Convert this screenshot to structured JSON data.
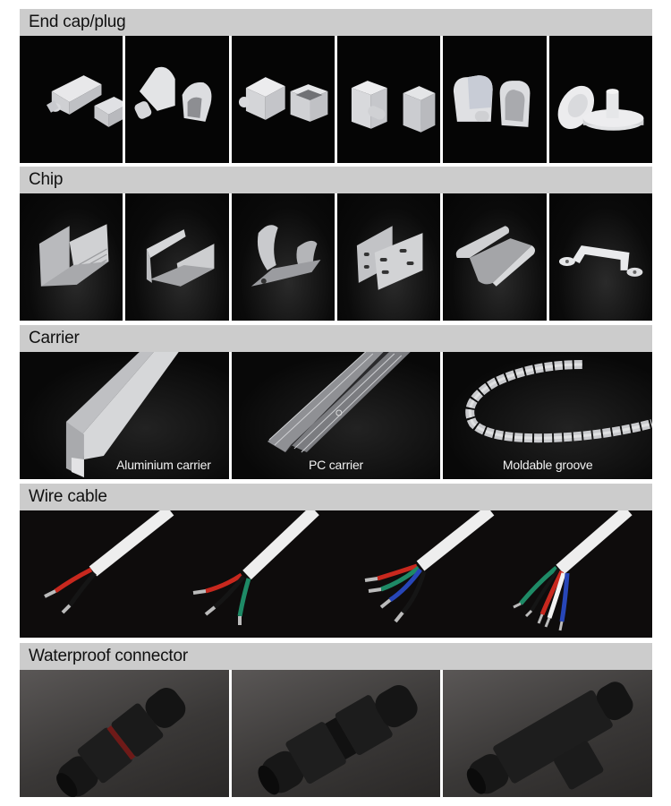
{
  "sections": [
    {
      "title": "End cap/plug",
      "tiles": [
        {
          "label": "",
          "icon": "flat-end-cap-with-plug"
        },
        {
          "label": "",
          "icon": "dome-end-cap-with-plug"
        },
        {
          "label": "",
          "icon": "square-end-cap-with-plug"
        },
        {
          "label": "",
          "icon": "tall-square-end-cap-with-plug"
        },
        {
          "label": "",
          "icon": "side-entry-end-cap"
        },
        {
          "label": "",
          "icon": "round-base-end-plug"
        }
      ]
    },
    {
      "title": "Chip",
      "tiles": [
        {
          "label": "",
          "icon": "ribbed-aluminium-u-clip"
        },
        {
          "label": "",
          "icon": "aluminium-u-clip"
        },
        {
          "label": "",
          "icon": "spring-steel-clip"
        },
        {
          "label": "",
          "icon": "perforated-steel-clip"
        },
        {
          "label": "",
          "icon": "flat-steel-clip"
        },
        {
          "label": "",
          "icon": "silicone-mounting-bracket"
        }
      ]
    },
    {
      "title": "Carrier",
      "tiles": [
        {
          "label": "Aluminium carrier",
          "icon": "aluminium-carrier"
        },
        {
          "label": "PC carrier",
          "icon": "pc-carrier"
        },
        {
          "label": "Moldable groove",
          "icon": "moldable-groove"
        }
      ]
    },
    {
      "title": "Wire cable",
      "tiles": [
        {
          "label": "",
          "icon": "cable-2-core",
          "colors": [
            "#c8281e",
            "#151515"
          ]
        },
        {
          "label": "",
          "icon": "cable-3-core",
          "colors": [
            "#c8281e",
            "#151515",
            "#1e8a66"
          ]
        },
        {
          "label": "",
          "icon": "cable-4-core",
          "colors": [
            "#c8281e",
            "#1e8a66",
            "#2746b8",
            "#151515"
          ]
        },
        {
          "label": "",
          "icon": "cable-5-core",
          "colors": [
            "#1e8a66",
            "#151515",
            "#c8281e",
            "#f2f2f2",
            "#2746b8"
          ]
        }
      ]
    },
    {
      "title": "Waterproof connector",
      "tiles": [
        {
          "label": "",
          "icon": "inline-connector-2way"
        },
        {
          "label": "",
          "icon": "inline-connector-2way-alt"
        },
        {
          "label": "",
          "icon": "t-connector-3way"
        }
      ]
    }
  ]
}
